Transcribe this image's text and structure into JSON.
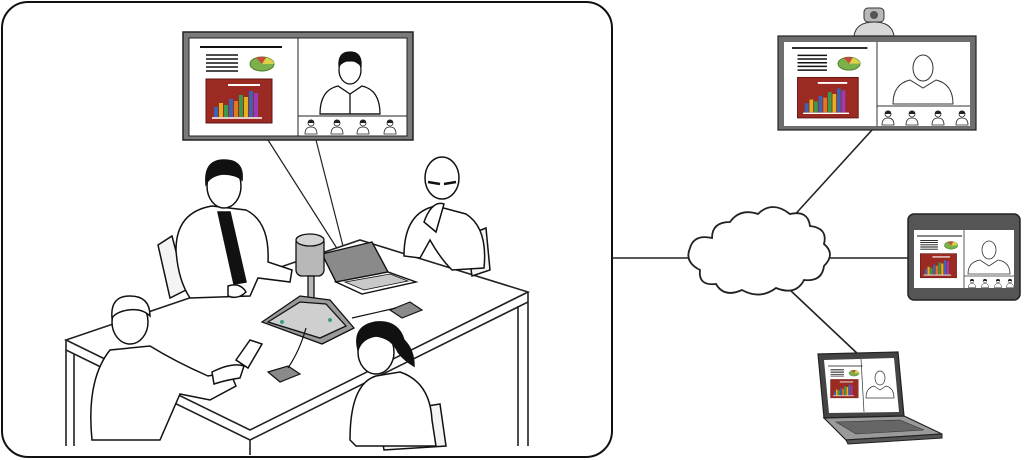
{
  "diagram": {
    "nodes": [
      {
        "id": "meeting-room",
        "kind": "room"
      },
      {
        "id": "room-display",
        "kind": "wall-display"
      },
      {
        "id": "cloud",
        "kind": "network-cloud"
      },
      {
        "id": "remote-display",
        "kind": "wall-display-with-camera"
      },
      {
        "id": "tablet",
        "kind": "tablet"
      },
      {
        "id": "laptop",
        "kind": "laptop"
      }
    ],
    "edges": [
      {
        "from": "meeting-room",
        "to": "cloud"
      },
      {
        "from": "cloud",
        "to": "remote-display"
      },
      {
        "from": "cloud",
        "to": "tablet"
      },
      {
        "from": "cloud",
        "to": "laptop"
      }
    ]
  },
  "colors": {
    "outline": "#1a1a1a",
    "screen_bezel": "#6e6e6e",
    "slide_red": "#9b2a22",
    "pie_green": "#7bb04a",
    "camera_gray": "#b8b8b8",
    "speaker_teal": "#3a9c8a",
    "table_fill": "#ffffff"
  }
}
